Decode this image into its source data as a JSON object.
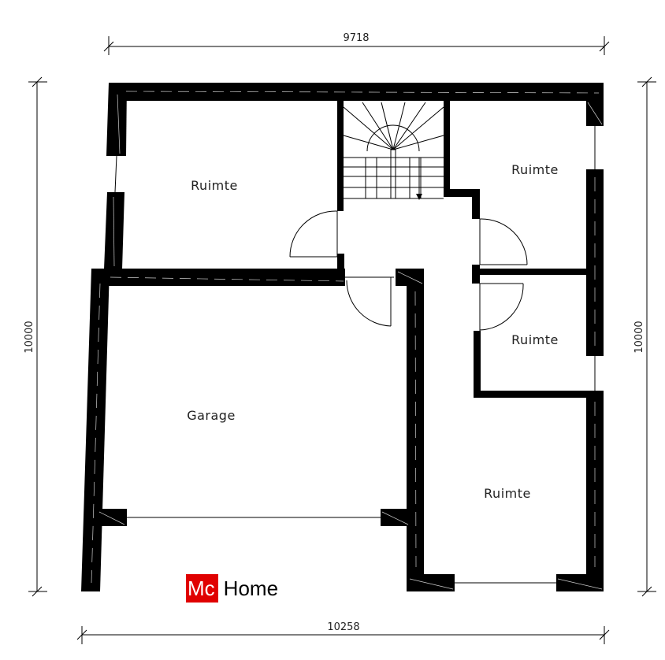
{
  "dimensions": {
    "top": "9718",
    "bottom": "10258",
    "left": "10000",
    "right": "10000"
  },
  "rooms": {
    "ruimte_top_left": "Ruimte",
    "ruimte_top_right": "Ruimte",
    "ruimte_middle_right": "Ruimte",
    "ruimte_bottom_right": "Ruimte",
    "garage": "Garage"
  },
  "logo": {
    "mc": "Mc",
    "home": "Home",
    "mc_color": "#e00000"
  }
}
